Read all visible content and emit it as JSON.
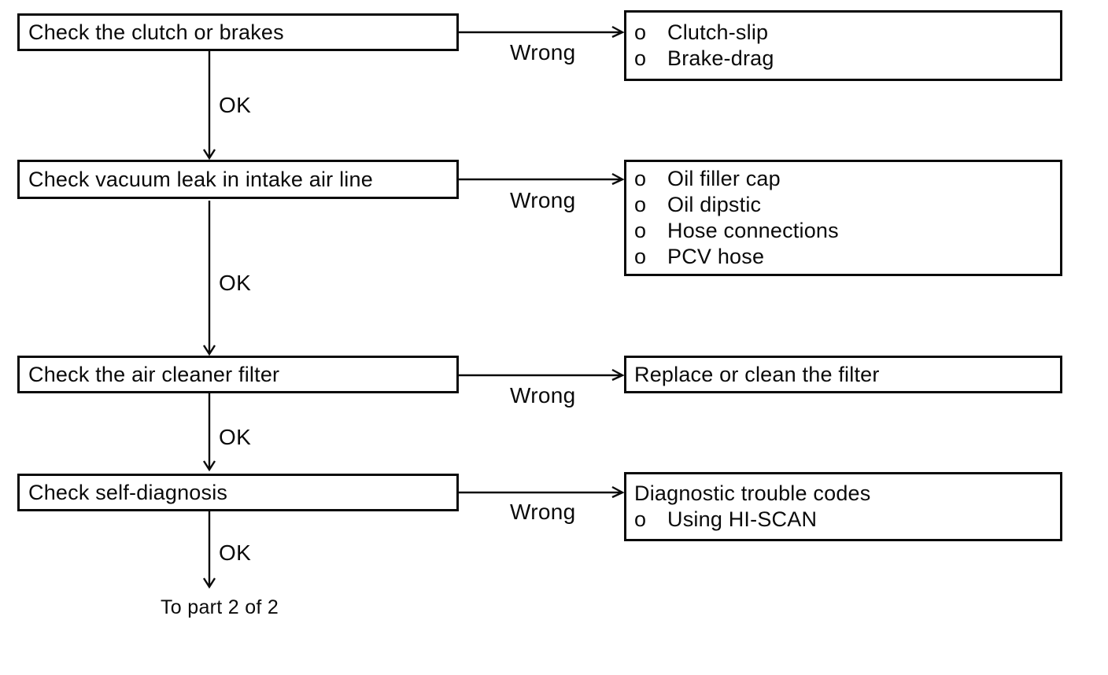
{
  "flow": {
    "rows": [
      {
        "check": "Check the clutch or brakes",
        "wrong_label": "Wrong",
        "ok_label": "OK",
        "result_items": [
          {
            "bullet": "o",
            "text": "Clutch-slip"
          },
          {
            "bullet": "o",
            "text": "Brake-drag"
          }
        ]
      },
      {
        "check": "Check vacuum leak in intake air line",
        "wrong_label": "Wrong",
        "ok_label": "OK",
        "result_items": [
          {
            "bullet": "o",
            "text": "Oil filler cap"
          },
          {
            "bullet": "o",
            "text": "Oil dipstic"
          },
          {
            "bullet": "o",
            "text": "Hose connections"
          },
          {
            "bullet": "o",
            "text": "PCV hose"
          }
        ]
      },
      {
        "check": "Check the air cleaner filter",
        "wrong_label": "Wrong",
        "ok_label": "OK",
        "result_items": [
          {
            "text": "Replace or clean the filter"
          }
        ]
      },
      {
        "check": "Check self-diagnosis",
        "wrong_label": "Wrong",
        "ok_label": "OK",
        "result_items": [
          {
            "text": "Diagnostic trouble codes"
          },
          {
            "bullet": "o",
            "text": "Using HI-SCAN"
          }
        ]
      }
    ],
    "exit_label": "To part 2 of 2"
  }
}
